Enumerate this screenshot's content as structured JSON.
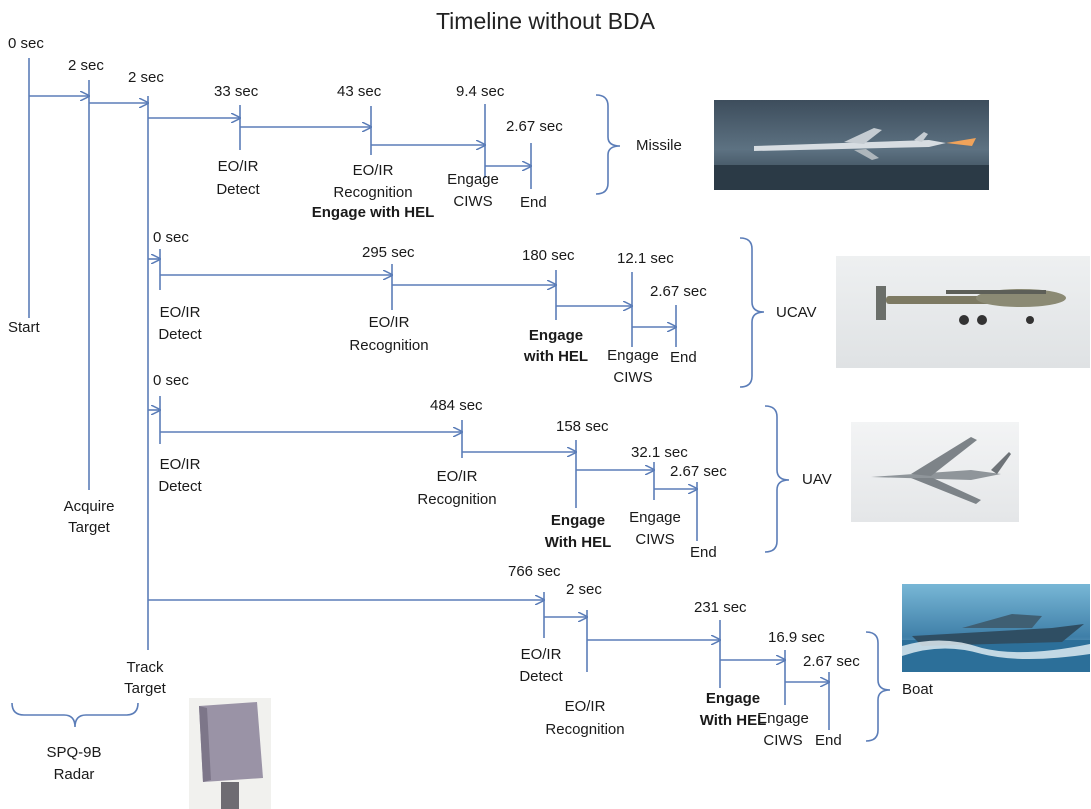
{
  "title": "Timeline without BDA",
  "colors": {
    "line": "#5b7db8",
    "bracket": "#5b7db8",
    "text": "#1a1a1a"
  },
  "root": {
    "t0": "0 sec",
    "t1": "2 sec",
    "t2": "2 sec",
    "start": "Start",
    "acquire": [
      "Acquire",
      "Target"
    ],
    "track": [
      "Track",
      "Target"
    ],
    "radar": [
      "SPQ-9B",
      "Radar"
    ]
  },
  "missile": {
    "name": "Missile",
    "times": [
      "33 sec",
      "43 sec",
      "9.4 sec",
      "2.67 sec"
    ],
    "detect": [
      "EO/IR",
      "Detect"
    ],
    "recog": [
      "EO/IR",
      "Recognition"
    ],
    "hel": "Engage with HEL",
    "ciws": [
      "Engage",
      "CIWS"
    ],
    "end": "End"
  },
  "ucav": {
    "name": "UCAV",
    "times": [
      "0 sec",
      "295 sec",
      "180 sec",
      "12.1 sec",
      "2.67 sec"
    ],
    "detect": [
      "EO/IR",
      "Detect"
    ],
    "recog": [
      "EO/IR",
      "Recognition"
    ],
    "hel": [
      "Engage",
      "with HEL"
    ],
    "ciws": [
      "Engage",
      "CIWS"
    ],
    "end": "End"
  },
  "uav": {
    "name": "UAV",
    "times": [
      "0 sec",
      "484 sec",
      "158 sec",
      "32.1 sec",
      "2.67 sec"
    ],
    "detect": [
      "EO/IR",
      "Detect"
    ],
    "recog": [
      "EO/IR",
      "Recognition"
    ],
    "hel": [
      "Engage",
      "With HEL"
    ],
    "ciws": [
      "Engage",
      "CIWS"
    ],
    "end": "End"
  },
  "boat": {
    "name": "Boat",
    "times": [
      "766 sec",
      "2 sec",
      "231 sec",
      "16.9 sec",
      "2.67 sec"
    ],
    "detect": [
      "EO/IR",
      "Detect"
    ],
    "recog": [
      "EO/IR",
      "Recognition"
    ],
    "hel": [
      "Engage",
      "With HEL"
    ],
    "ciws": [
      "Engage",
      "CIWS"
    ],
    "end": "End"
  },
  "images": [
    "missile-photo",
    "ucav-photo",
    "uav-photo",
    "boat-photo",
    "radar-photo"
  ]
}
